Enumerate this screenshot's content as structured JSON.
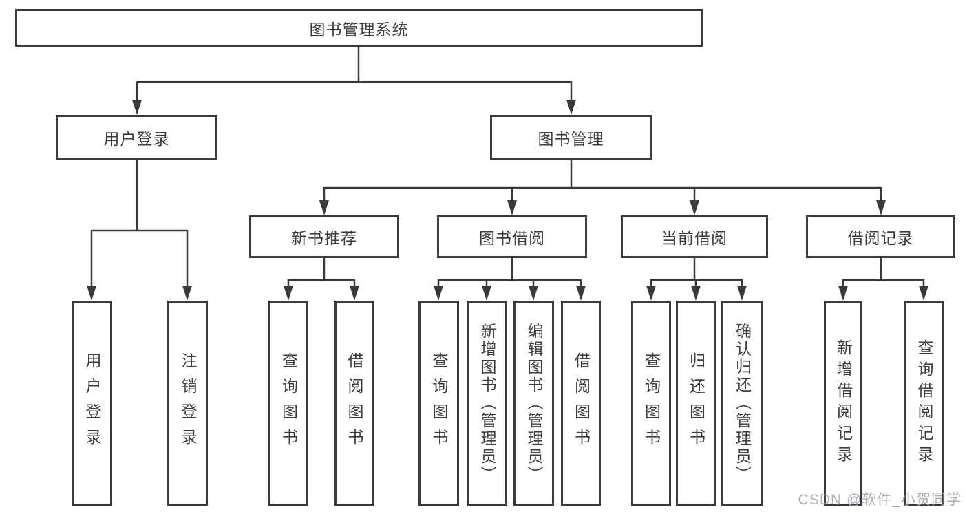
{
  "tree": {
    "root": {
      "label": "图书管理系统",
      "children": [
        {
          "label": "用户登录",
          "children": [
            {
              "label": "用户登录"
            },
            {
              "label": "注销登录"
            }
          ]
        },
        {
          "label": "图书管理",
          "children": [
            {
              "label": "新书推荐",
              "children": [
                {
                  "label": "查询图书"
                },
                {
                  "label": "借阅图书"
                }
              ]
            },
            {
              "label": "图书借阅",
              "children": [
                {
                  "label": "查询图书"
                },
                {
                  "label": "新增图书（管理员）"
                },
                {
                  "label": "编辑图书（管理员）"
                },
                {
                  "label": "借阅图书"
                }
              ]
            },
            {
              "label": "当前借阅",
              "children": [
                {
                  "label": "查询图书"
                },
                {
                  "label": "归还图书"
                },
                {
                  "label": "确认归还（管理员）"
                }
              ]
            },
            {
              "label": "借阅记录",
              "children": [
                {
                  "label": "新增借阅记录"
                },
                {
                  "label": "查询借阅记录"
                }
              ]
            }
          ]
        }
      ]
    }
  },
  "colors": {
    "line": "#3a3a3a",
    "text": "#3d3d3d",
    "watermark": "#a9aeb4",
    "background": "#ffffff"
  },
  "watermark": {
    "text": "CSDN @软件_小贺同学"
  }
}
